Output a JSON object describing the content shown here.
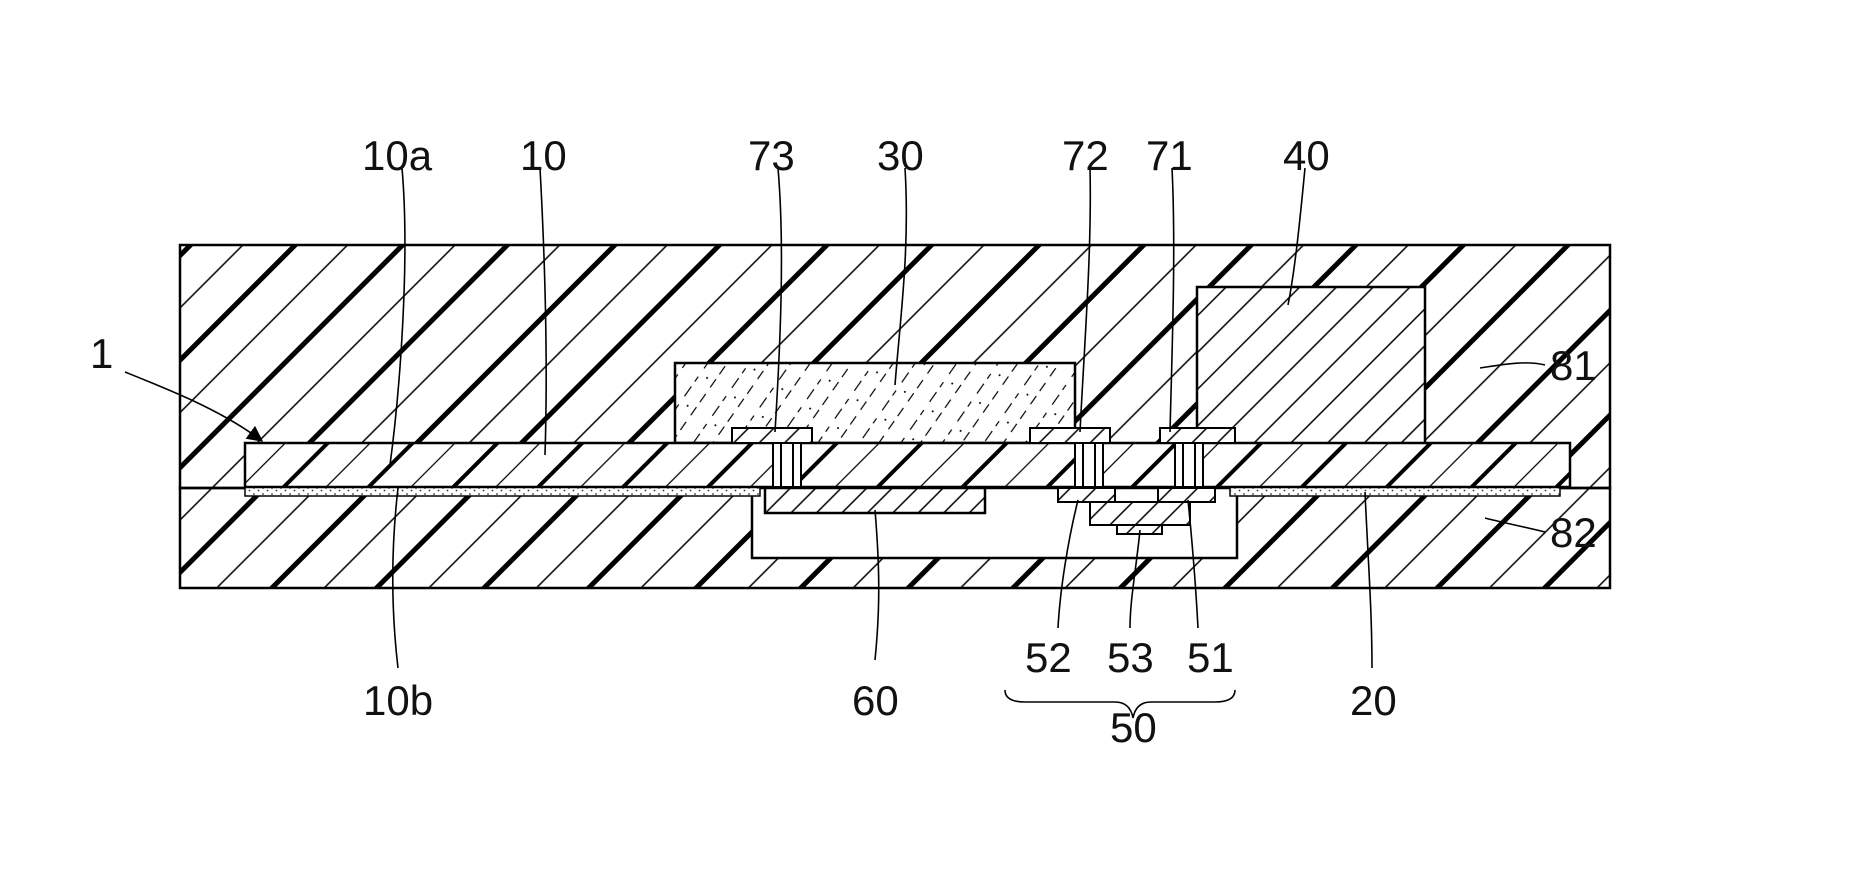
{
  "figure": {
    "labels": {
      "ref_1": "1",
      "ref_10a": "10a",
      "ref_10": "10",
      "ref_73": "73",
      "ref_30": "30",
      "ref_72": "72",
      "ref_71": "71",
      "ref_40": "40",
      "ref_81": "81",
      "ref_82": "82",
      "ref_10b": "10b",
      "ref_60": "60",
      "ref_52": "52",
      "ref_53": "53",
      "ref_51": "51",
      "ref_50": "50",
      "ref_20": "20"
    }
  }
}
